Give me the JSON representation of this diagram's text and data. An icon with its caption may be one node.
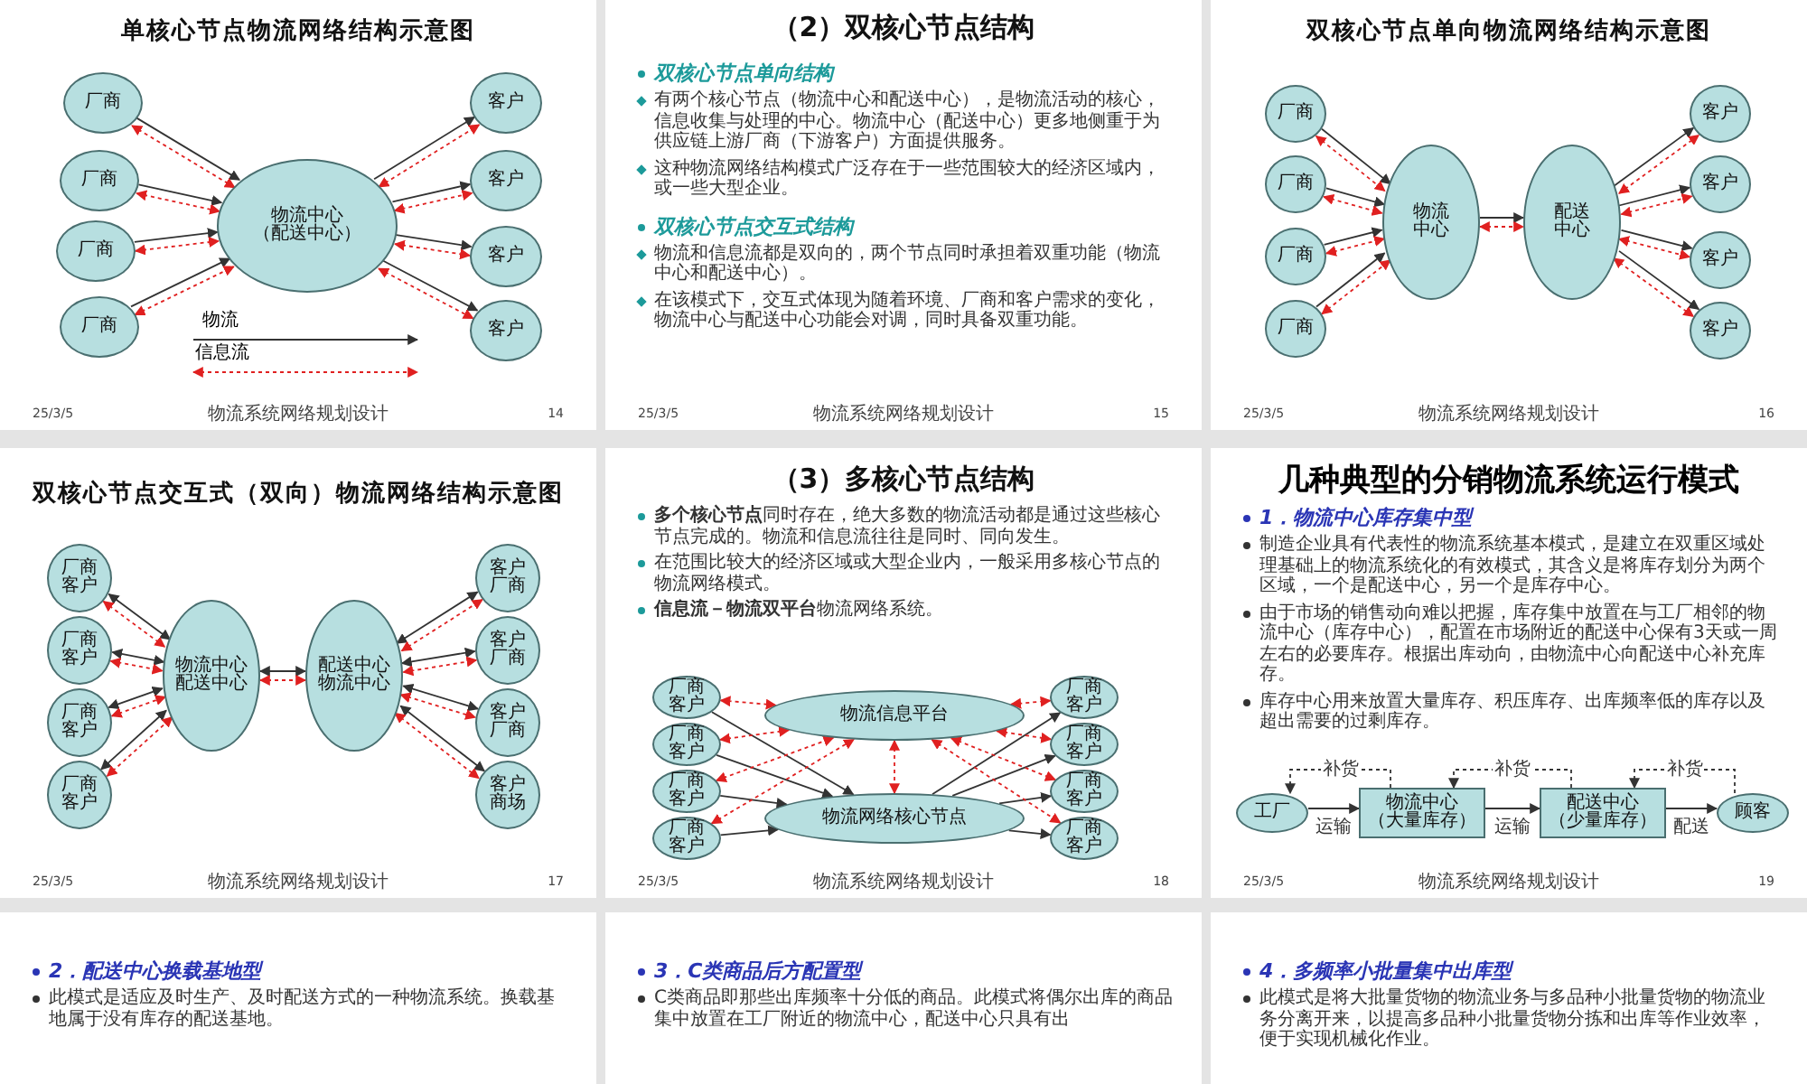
{
  "diagram": {
    "nodes": [
      {
        "text": [
          "单核心节点物流网络结构示意图",
          "25/3/5",
          "物流系统网络规划设计",
          "14"
        ]
      },
      {
        "text": [
          "厂商"
        ],
        "in": 0
      },
      {
        "text": [
          "厂商"
        ],
        "in": 0
      },
      {
        "text": [
          "厂商"
        ],
        "in": 0
      },
      {
        "text": [
          "厂商"
        ],
        "in": 0
      },
      {
        "text": [
          "物流中心",
          "（配送中心）"
        ],
        "in": 0
      },
      {
        "text": [
          "客户"
        ],
        "in": 0
      },
      {
        "text": [
          "客户"
        ],
        "in": 0
      },
      {
        "text": [
          "客户"
        ],
        "in": 0
      },
      {
        "text": [
          "客户"
        ],
        "in": 0
      },
      {
        "text": [
          "（2）**双核心**节点结构",
          "双核心节点单向结构",
          "有两个核心节点（物流中心和配送中心），是物流活动的核心，信息收集与处理的中心。物流中心（配送中心）更多地侧重于为供应链上游厂商（下游客户）方面提供服务。",
          "这种物流网络结构模式广泛存在于一些范围较大的经济区域内，或一些大型企业。",
          "双核心节点交互式结构",
          "物流和信息流都是双向的，两个节点同时承担着双重功能（物流中心和配送中心）。",
          "在该模式下，交互式体现为随着环境、厂商和客户需求的变化，物流中心与配送中心功能会对调，同时具备双重功能。",
          "25/3/5",
          "物流系统网络规划设计",
          "15"
        ]
      },
      {
        "text": [
          "双核心节点**单向**物流网络结构示意图",
          "25/3/5",
          "物流系统网络规划设计",
          "16"
        ]
      },
      {
        "text": [
          "厂商"
        ],
        "in": 11
      },
      {
        "text": [
          "厂商"
        ],
        "in": 11
      },
      {
        "text": [
          "厂商"
        ],
        "in": 11
      },
      {
        "text": [
          "厂商"
        ],
        "in": 11
      },
      {
        "text": [
          "物流中心"
        ],
        "in": 11
      },
      {
        "text": [
          "配送中心"
        ],
        "in": 11
      },
      {
        "text": [
          "客户"
        ],
        "in": 11
      },
      {
        "text": [
          "客户"
        ],
        "in": 11
      },
      {
        "text": [
          "客户"
        ],
        "in": 11
      },
      {
        "text": [
          "客户"
        ],
        "in": 11
      },
      {
        "text": [
          "双核心节点**交互式（双向）**物流网络结构示意图",
          "25/3/5",
          "物流系统网络规划设计",
          "17"
        ]
      },
      {
        "text": [
          "厂商",
          "客户"
        ],
        "in": 22
      },
      {
        "text": [
          "厂商",
          "客户"
        ],
        "in": 22
      },
      {
        "text": [
          "厂商",
          "客户"
        ],
        "in": 22
      },
      {
        "text": [
          "厂商",
          "客户"
        ],
        "in": 22
      },
      {
        "text": [
          "物流中心",
          "配送中心"
        ],
        "in": 22
      },
      {
        "text": [
          "配送中心",
          "物流中心"
        ],
        "in": 22
      },
      {
        "text": [
          "客户",
          "厂商"
        ],
        "in": 22
      },
      {
        "text": [
          "客户",
          "厂商"
        ],
        "in": 22
      },
      {
        "text": [
          "客户",
          "厂商"
        ],
        "in": 22
      },
      {
        "text": [
          "客户",
          "商场"
        ],
        "in": 22
      },
      {
        "text": [
          "（3）**多核心**节点结构",
          "**多个核心节点**同时存在，绝大多数的物流活动都是通过这些核心节点完成的。物流和信息流往往是同时、同向发生。",
          "在范围比较大的经济区域或大型企业内，一般采用多核心节点的物流网络模式。",
          "**信息流－物流双平台**物流网络系统。",
          "25/3/5",
          "物流系统网络规划设计",
          "18"
        ]
      },
      {
        "text": [
          "厂商",
          "客户"
        ],
        "in": 33
      },
      {
        "text": [
          "厂商",
          "客户"
        ],
        "in": 33
      },
      {
        "text": [
          "厂商",
          "客户"
        ],
        "in": 33
      },
      {
        "text": [
          "厂商",
          "客户"
        ],
        "in": 33
      },
      {
        "text": [
          "物流信息平台"
        ],
        "in": 33
      },
      {
        "text": [
          "物流网络核心节点"
        ],
        "in": 33
      },
      {
        "text": [
          "厂商",
          "客户"
        ],
        "in": 33
      },
      {
        "text": [
          "厂商",
          "客户"
        ],
        "in": 33
      },
      {
        "text": [
          "厂商",
          "客户"
        ],
        "in": 33
      },
      {
        "text": [
          "厂商",
          "客户"
        ],
        "in": 33
      },
      {
        "text": [
          "几种典型的分销物流系统运行模式",
          "1．物流中心库存集中型",
          "制造企业具有代表性的物流系统基本模式，是建立在双重区域处理基础上的物流系统化的有效模式，其含义是将库存划分为两个区域，一个是配送中心，另一个是库存中心。",
          "由于市场的销售动向难以把握，库存集中放置在与工厂相邻的物流中心（库存中心），配置在市场附近的配送中心保有3天或一周左右的必要库存。根据出库动向，由物流中心向配送中心补充库存。",
          "库存中心用来放置大量库存、积压库存、出库频率低的库存以及超出需要的过剩库存。",
          "25/3/5",
          "物流系统网络规划设计",
          "19"
        ]
      },
      {
        "text": [
          "工厂"
        ],
        "in": 44
      },
      {
        "text": [
          "物流中心",
          "（大量库存）"
        ],
        "in": 44
      },
      {
        "text": [
          "配送中心",
          "（少量库存）"
        ],
        "in": 44
      },
      {
        "text": [
          "顾客"
        ],
        "in": 44
      },
      {
        "text": [
          "2．配送中心换载基地型",
          "此模式是适应及时生产、及时配送方式的一种物流系统。换载基地属于没有库存的配送基地。"
        ]
      },
      {
        "text": [
          "3．C类商品后方配置型",
          "C类商品即那些出库频率十分低的商品。此模式将偶尔出库的商品集中放置在工厂附近的物流中心，配送中心只具有出"
        ]
      },
      {
        "text": [
          "4．多频率小批量集中出库型",
          "此模式是将大批量货物的物流业务与多品种小批量货物的物流业务分离开来，以提高多品种小批量货物分拣和出库等作业效率，便于实现机械化作业。"
        ]
      }
    ],
    "edges": [
      {
        "from": 1,
        "to": 5,
        "arrow": "to"
      },
      {
        "from": 1,
        "to": 5,
        "arrow": "both",
        "style": "dashed",
        "color": "#e02020"
      },
      {
        "from": 2,
        "to": 5,
        "arrow": "to"
      },
      {
        "from": 2,
        "to": 5,
        "arrow": "both",
        "style": "dashed",
        "color": "#e02020"
      },
      {
        "from": 3,
        "to": 5,
        "arrow": "to"
      },
      {
        "from": 3,
        "to": 5,
        "arrow": "both",
        "style": "dashed",
        "color": "#e02020"
      },
      {
        "from": 4,
        "to": 5,
        "arrow": "to"
      },
      {
        "from": 4,
        "to": 5,
        "arrow": "both",
        "style": "dashed",
        "color": "#e02020"
      },
      {
        "from": 5,
        "to": 6,
        "arrow": "to"
      },
      {
        "from": 5,
        "to": 6,
        "arrow": "both",
        "style": "dashed",
        "color": "#e02020"
      },
      {
        "from": 5,
        "to": 7,
        "arrow": "to"
      },
      {
        "from": 5,
        "to": 7,
        "arrow": "both",
        "style": "dashed",
        "color": "#e02020"
      },
      {
        "from": 5,
        "to": 8,
        "arrow": "to"
      },
      {
        "from": 5,
        "to": 8,
        "arrow": "both",
        "style": "dashed",
        "color": "#e02020"
      },
      {
        "from": 5,
        "to": 9,
        "arrow": "to"
      },
      {
        "from": 5,
        "to": 9,
        "arrow": "both",
        "style": "dashed",
        "color": "#e02020"
      },
      {
        "from": 12,
        "to": 16,
        "arrow": "to"
      },
      {
        "from": 12,
        "to": 16,
        "arrow": "both",
        "style": "dashed",
        "color": "#e02020"
      },
      {
        "from": 13,
        "to": 16,
        "arrow": "to"
      },
      {
        "from": 13,
        "to": 16,
        "arrow": "both",
        "style": "dashed",
        "color": "#e02020"
      },
      {
        "from": 14,
        "to": 16,
        "arrow": "to"
      },
      {
        "from": 14,
        "to": 16,
        "arrow": "both",
        "style": "dashed",
        "color": "#e02020"
      },
      {
        "from": 15,
        "to": 16,
        "arrow": "to"
      },
      {
        "from": 15,
        "to": 16,
        "arrow": "both",
        "style": "dashed",
        "color": "#e02020"
      },
      {
        "from": 16,
        "to": 17,
        "arrow": "to"
      },
      {
        "from": 16,
        "to": 17,
        "arrow": "both",
        "style": "dashed",
        "color": "#e02020"
      },
      {
        "from": 17,
        "to": 18,
        "arrow": "to"
      },
      {
        "from": 17,
        "to": 18,
        "arrow": "both",
        "style": "dashed",
        "color": "#e02020"
      },
      {
        "from": 17,
        "to": 19,
        "arrow": "to"
      },
      {
        "from": 17,
        "to": 19,
        "arrow": "both",
        "style": "dashed",
        "color": "#e02020"
      },
      {
        "from": 17,
        "to": 20,
        "arrow": "to"
      },
      {
        "from": 17,
        "to": 20,
        "arrow": "both",
        "style": "dashed",
        "color": "#e02020"
      },
      {
        "from": 17,
        "to": 21,
        "arrow": "to"
      },
      {
        "from": 17,
        "to": 21,
        "arrow": "both",
        "style": "dashed",
        "color": "#e02020"
      },
      {
        "from": 23,
        "to": 27,
        "arrow": "both"
      },
      {
        "from": 23,
        "to": 27,
        "arrow": "both",
        "style": "dashed",
        "color": "#e02020"
      },
      {
        "from": 24,
        "to": 27,
        "arrow": "both"
      },
      {
        "from": 24,
        "to": 27,
        "arrow": "both",
        "style": "dashed",
        "color": "#e02020"
      },
      {
        "from": 25,
        "to": 27,
        "arrow": "both"
      },
      {
        "from": 25,
        "to": 27,
        "arrow": "both",
        "style": "dashed",
        "color": "#e02020"
      },
      {
        "from": 26,
        "to": 27,
        "arrow": "both"
      },
      {
        "from": 26,
        "to": 27,
        "arrow": "both",
        "style": "dashed",
        "color": "#e02020"
      },
      {
        "from": 27,
        "to": 28,
        "arrow": "both"
      },
      {
        "from": 27,
        "to": 28,
        "arrow": "both",
        "style": "dashed",
        "color": "#e02020"
      },
      {
        "from": 28,
        "to": 29,
        "arrow": "both"
      },
      {
        "from": 28,
        "to": 29,
        "arrow": "both",
        "style": "dashed",
        "color": "#e02020"
      },
      {
        "from": 28,
        "to": 30,
        "arrow": "both"
      },
      {
        "from": 28,
        "to": 30,
        "arrow": "both",
        "style": "dashed",
        "color": "#e02020"
      },
      {
        "from": 28,
        "to": 31,
        "arrow": "both"
      },
      {
        "from": 28,
        "to": 31,
        "arrow": "both",
        "style": "dashed",
        "color": "#e02020"
      },
      {
        "from": 28,
        "to": 32,
        "arrow": "both"
      },
      {
        "from": 28,
        "to": 32,
        "arrow": "both",
        "style": "dashed",
        "color": "#e02020"
      },
      {
        "from": 34,
        "to": 38,
        "arrow": "both",
        "style": "dashed",
        "color": "#e02020"
      },
      {
        "from": 34,
        "to": 39,
        "arrow": "to"
      },
      {
        "from": 35,
        "to": 38,
        "arrow": "both",
        "style": "dashed",
        "color": "#e02020"
      },
      {
        "from": 35,
        "to": 39,
        "arrow": "to"
      },
      {
        "from": 36,
        "to": 38,
        "arrow": "both",
        "style": "dashed",
        "color": "#e02020"
      },
      {
        "from": 36,
        "to": 39,
        "arrow": "to"
      },
      {
        "from": 37,
        "to": 38,
        "arrow": "both",
        "style": "dashed",
        "color": "#e02020"
      },
      {
        "from": 37,
        "to": 39,
        "arrow": "to"
      },
      {
        "from": 38,
        "to": 39,
        "arrow": "both",
        "style": "dashed",
        "color": "#e02020"
      },
      {
        "from": 38,
        "to": 40,
        "arrow": "both",
        "style": "dashed",
        "color": "#e02020"
      },
      {
        "from": 39,
        "to": 40,
        "arrow": "to"
      },
      {
        "from": 38,
        "to": 41,
        "arrow": "both",
        "style": "dashed",
        "color": "#e02020"
      },
      {
        "from": 39,
        "to": 41,
        "arrow": "to"
      },
      {
        "from": 38,
        "to": 42,
        "arrow": "both",
        "style": "dashed",
        "color": "#e02020"
      },
      {
        "from": 39,
        "to": 42,
        "arrow": "to"
      },
      {
        "from": 38,
        "to": 43,
        "arrow": "both",
        "style": "dashed",
        "color": "#e02020"
      },
      {
        "from": 39,
        "to": 43,
        "arrow": "to"
      },
      {
        "from": 45,
        "to": 46,
        "arrow": "to",
        "label": "运输"
      },
      {
        "from": 46,
        "to": 47,
        "arrow": "to",
        "label": "运输"
      },
      {
        "from": 47,
        "to": 48,
        "arrow": "to",
        "label": "配送"
      },
      {
        "from": 46,
        "to": 45,
        "arrow": "to",
        "label": "补货",
        "style": "dashed"
      },
      {
        "from": 47,
        "to": 46,
        "arrow": "to",
        "label": "补货",
        "style": "dashed"
      },
      {
        "from": 48,
        "to": 47,
        "arrow": "to",
        "label": "补货",
        "style": "dashed"
      }
    ],
    "legend": [
      {
        "text": "物流"
      },
      {
        "text": "信息流"
      }
    ]
  }
}
